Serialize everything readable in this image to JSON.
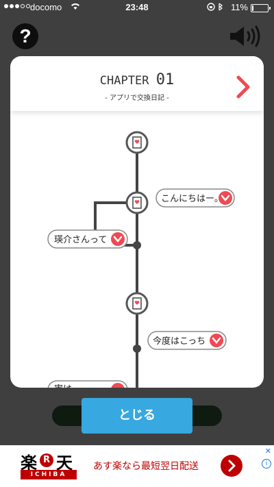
{
  "status_bar": {
    "carrier": "docomo",
    "time": "23:48",
    "battery": "11%",
    "battery_level": 0.11,
    "icons": [
      "signal-dots",
      "wifi-icon",
      "orientation-lock-icon",
      "bluetooth-icon",
      "battery-icon"
    ]
  },
  "top_controls": {
    "help_label": "?",
    "sound_icon": "speaker-icon"
  },
  "chapter": {
    "chapter_word": "CHAPTER",
    "chapter_num": "01",
    "subtitle": "- アプリで交換日記 -",
    "next_icon": "chevron-right-icon"
  },
  "timeline": {
    "bubbles": [
      {
        "text": "こんにちはー。"
      },
      {
        "text": "瑛介さんって"
      },
      {
        "text": "今度はこっち"
      },
      {
        "text": "実は"
      }
    ],
    "node_icon": "diary-heart-icon"
  },
  "close_button": {
    "label": "とじる"
  },
  "ad": {
    "logo_kanji_1": "楽",
    "logo_r": "R",
    "logo_kanji_2": "天",
    "logo_sub": "ICHIBA",
    "copy": "あす楽なら最短翌日配送",
    "close_icon": "ad-close-icon",
    "info_label": "i"
  },
  "colors": {
    "background": "#3f3f3f",
    "accent_red": "#ef4a53",
    "button_blue": "#37a8e0",
    "rakuten_red": "#bf0000"
  }
}
